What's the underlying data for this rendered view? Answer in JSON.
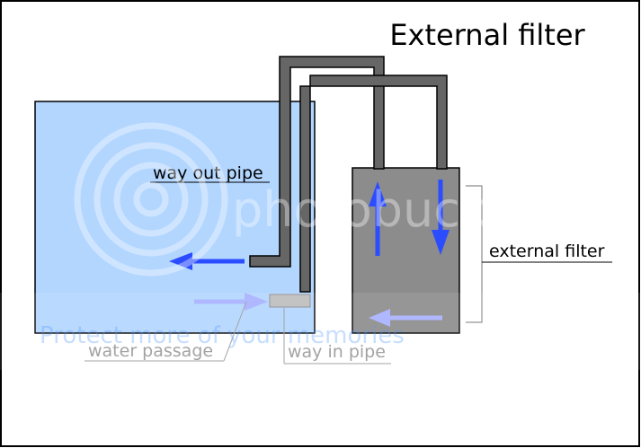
{
  "title": "External filter",
  "labels": {
    "way_out_pipe": "way out pipe",
    "external_filter": "external filter",
    "water_passage": "water passage",
    "way_in_pipe": "way in pipe"
  },
  "watermark": {
    "brand": "photobucket",
    "tagline": "Protect more of your memories"
  },
  "colors": {
    "background": "#ffffff",
    "border": "#000000",
    "tank_water": "#b3d6ff",
    "pipe_fill": "#666666",
    "pipe_stroke": "#000000",
    "filter_box": "#8c8c8c",
    "flow_arrow": "#2b4cff",
    "light_arrow": "#a7b0ff",
    "intake_segment": "#bdbdbd",
    "annotation_dark": "#000000",
    "annotation_grey": "#9a9a9a"
  }
}
